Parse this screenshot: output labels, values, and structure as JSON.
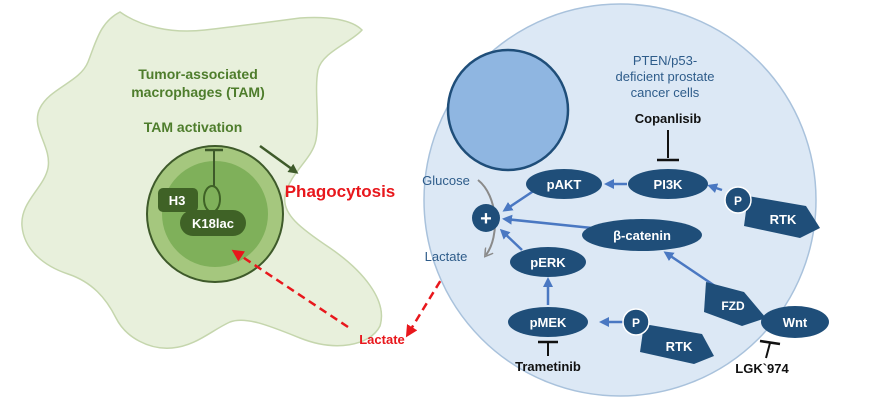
{
  "colors": {
    "macrophage_fill": "#e8f0dc",
    "macrophage_stroke": "#c5d6ad",
    "title_green": "#4e7d2c",
    "nucleus_outer": "#a5c77e",
    "nucleus_inner": "#7fb05a",
    "histone_dark": "#3f6226",
    "cell_fill": "#dce8f5",
    "cell_stroke": "#a9c2dc",
    "cell_nucleus": "#8fb6e1",
    "node_dark": "#1f4e79",
    "arrow_blue": "#4a78c2",
    "text_blue": "#2e5c8a",
    "red": "#e8171c"
  },
  "macrophage": {
    "title_line1": "Tumor-associated",
    "title_line2": "macrophages (TAM)",
    "activation": "TAM activation",
    "histone": "H3",
    "lactyl": "K18lac"
  },
  "center": {
    "phagocytosis": "Phagocytosis",
    "lactate": "Lactate"
  },
  "cancer_cell": {
    "title_line1": "PTEN/p53-",
    "title_line2": "deficient prostate",
    "title_line3": "cancer cells",
    "glucose": "Glucose",
    "lactate": "Lactate",
    "plus": "+",
    "nodes": {
      "pakt": "pAKT",
      "pi3k": "PI3K",
      "beta_catenin": "β-catenin",
      "perk": "pERK",
      "pmek": "pMEK",
      "fzd": "FZD",
      "wnt": "Wnt"
    },
    "phospho_top": "P",
    "phospho_bottom": "P",
    "rtk_top": "RTK",
    "rtk_bottom": "RTK"
  },
  "inhibitors": {
    "copanlisib": "Copanlisib",
    "trametinib": "Trametinib",
    "lgk974": "LGK`974"
  }
}
